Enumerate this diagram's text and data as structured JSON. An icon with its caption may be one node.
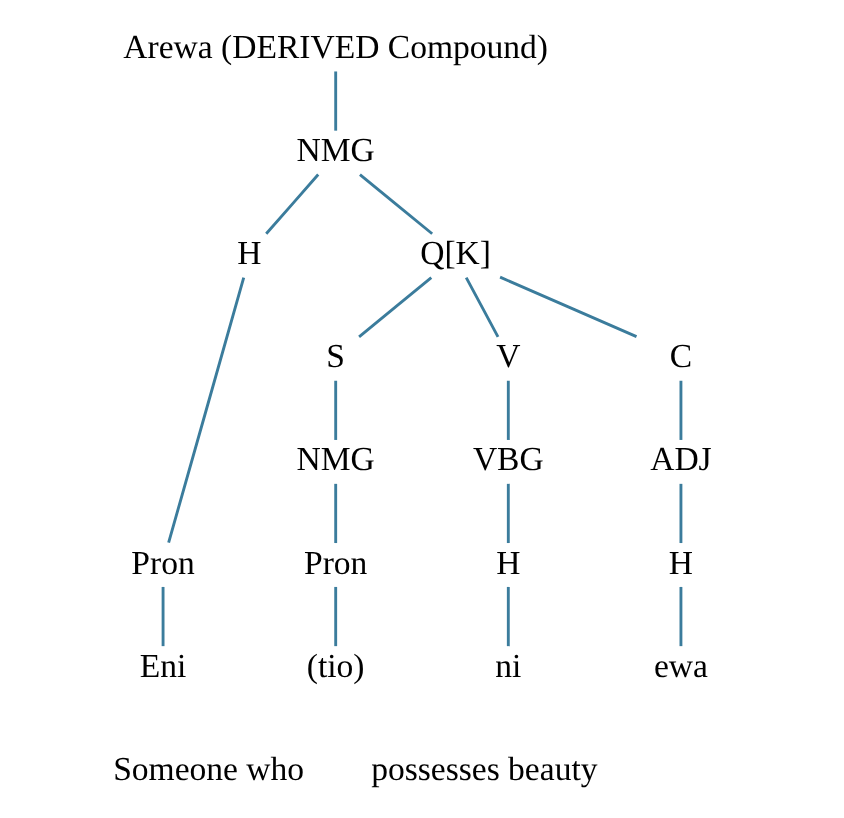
{
  "diagram": {
    "nodes": [
      {
        "text": [
          "Arewa (DERIVED Compound)"
        ]
      },
      {
        "text": [
          "NMG"
        ]
      },
      {
        "text": [
          "H"
        ]
      },
      {
        "text": [
          "Q[K]"
        ]
      },
      {
        "text": [
          "S"
        ]
      },
      {
        "text": [
          "V"
        ]
      },
      {
        "text": [
          "C"
        ]
      },
      {
        "text": [
          "NMG"
        ]
      },
      {
        "text": [
          "VBG"
        ]
      },
      {
        "text": [
          "ADJ"
        ]
      },
      {
        "text": [
          "Pron"
        ]
      },
      {
        "text": [
          "Pron"
        ]
      },
      {
        "text": [
          "H"
        ]
      },
      {
        "text": [
          "H"
        ]
      },
      {
        "text": [
          "Eni"
        ]
      },
      {
        "text": [
          "(tio)"
        ]
      },
      {
        "text": [
          "ni"
        ]
      },
      {
        "text": [
          "ewa"
        ]
      }
    ],
    "edges": [
      {
        "from": 0,
        "to": 1,
        "arrow": "none"
      },
      {
        "from": 1,
        "to": 2,
        "arrow": "none"
      },
      {
        "from": 1,
        "to": 3,
        "arrow": "none"
      },
      {
        "from": 3,
        "to": 4,
        "arrow": "none"
      },
      {
        "from": 3,
        "to": 5,
        "arrow": "none"
      },
      {
        "from": 3,
        "to": 6,
        "arrow": "none"
      },
      {
        "from": 4,
        "to": 7,
        "arrow": "none"
      },
      {
        "from": 5,
        "to": 8,
        "arrow": "none"
      },
      {
        "from": 6,
        "to": 9,
        "arrow": "none"
      },
      {
        "from": 2,
        "to": 10,
        "arrow": "none"
      },
      {
        "from": 7,
        "to": 11,
        "arrow": "none"
      },
      {
        "from": 8,
        "to": 12,
        "arrow": "none"
      },
      {
        "from": 9,
        "to": 13,
        "arrow": "none"
      },
      {
        "from": 10,
        "to": 14,
        "arrow": "none"
      },
      {
        "from": 11,
        "to": 15,
        "arrow": "none"
      },
      {
        "from": 12,
        "to": 16,
        "arrow": "none"
      },
      {
        "from": 13,
        "to": 17,
        "arrow": "none"
      }
    ],
    "labels": [
      "Someone who",
      "possesses beauty"
    ]
  }
}
